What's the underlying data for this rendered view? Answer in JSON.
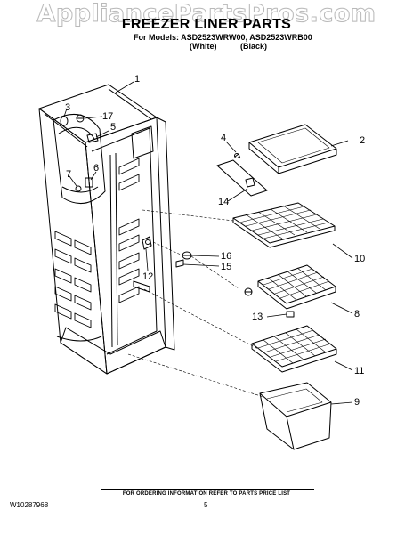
{
  "watermark": "AppliancePartsPros.com",
  "header": {
    "title": "FREEZER LINER PARTS",
    "models": "For Models: ASD2523WRW00, ASD2523WRB00",
    "white_label": "(White)",
    "black_label": "(Black)"
  },
  "callouts": [
    "1",
    "2",
    "3",
    "4",
    "5",
    "6",
    "7",
    "8",
    "9",
    "10",
    "11",
    "12",
    "13",
    "14",
    "15",
    "16",
    "17"
  ],
  "footer": {
    "ordering_info": "FOR ORDERING INFORMATION REFER TO PARTS PRICE LIST",
    "doc_number": "W10287968",
    "page_number": "5"
  }
}
